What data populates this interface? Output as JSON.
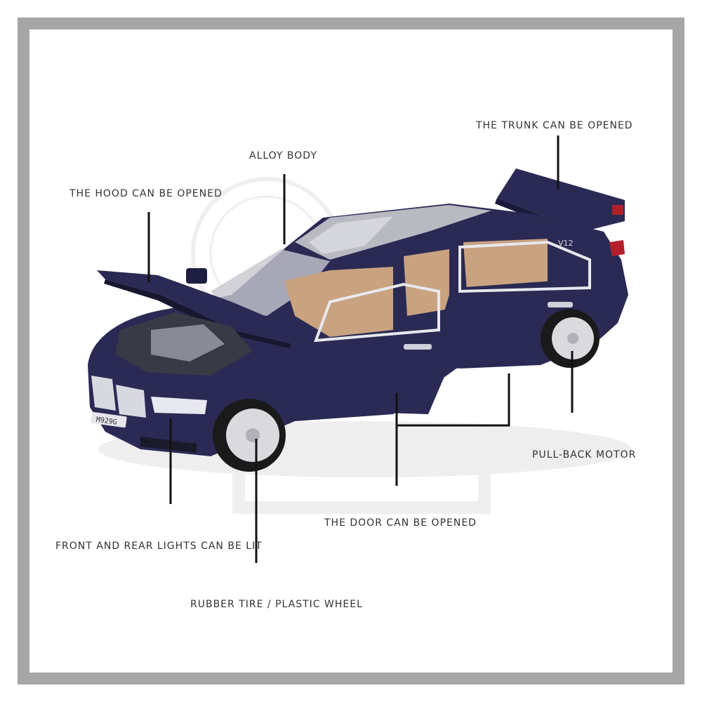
{
  "colors": {
    "frame": "#a6a6a6",
    "car_body": "#2a2a55",
    "interior": "#c9a27f",
    "leader": "#111111",
    "watermark": "#e2e2e2"
  },
  "callouts": {
    "trunk": "THE TRUNK CAN BE OPENED",
    "alloy_body": "ALLOY BODY",
    "hood": "THE HOOD CAN BE OPENED",
    "pullback_motor": "PULL-BACK MOTOR",
    "door": "THE DOOR CAN BE OPENED",
    "lights": "FRONT AND REAR LIGHTS CAN BE LIT",
    "tire_wheel": "RUBBER TIRE / PLASTIC WHEEL"
  },
  "car": {
    "badge": "V12",
    "license_plate": "M929G"
  }
}
